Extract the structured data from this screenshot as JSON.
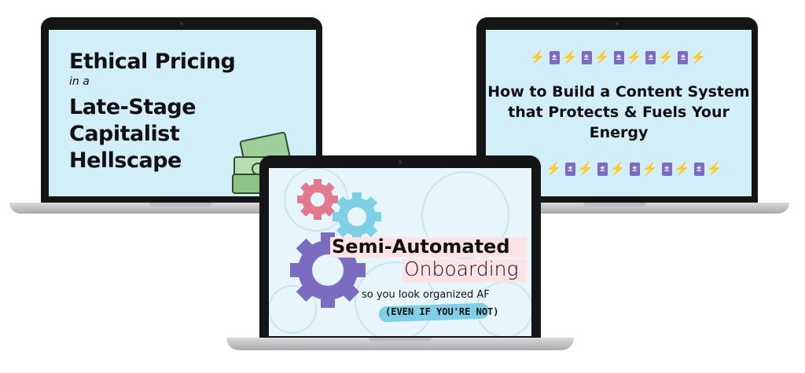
{
  "laptops": [
    {
      "title_line1": "Ethical Pricing",
      "title_small": "in a",
      "title_line2": "Late-Stage",
      "title_line3": "Capitalist",
      "title_line4": "Hellscape",
      "illustration": "money-stack-icon"
    },
    {
      "title": "How to Build a Content System that Protects & Fuels Your Energy",
      "decor_row": [
        "lightning-icon",
        "battery-icon",
        "lightning-icon",
        "battery-icon",
        "lightning-icon",
        "battery-icon",
        "lightning-icon",
        "battery-icon",
        "lightning-icon",
        "battery-icon",
        "lightning-icon"
      ]
    },
    {
      "title_bold": "Semi-Automated",
      "title_light": "Onboarding",
      "subtitle": "so you look organized AF",
      "tagline": "(EVEN IF YOU'RE NOT)",
      "illustration": "gears-icon"
    }
  ],
  "colors": {
    "screen_bg": "#d2eef9",
    "gear_pink": "#e07a8c",
    "gear_blue": "#7fd0e6",
    "gear_purple": "#7b6cc2",
    "bolt": "#f5b82e",
    "battery": "#7b6cc2"
  }
}
